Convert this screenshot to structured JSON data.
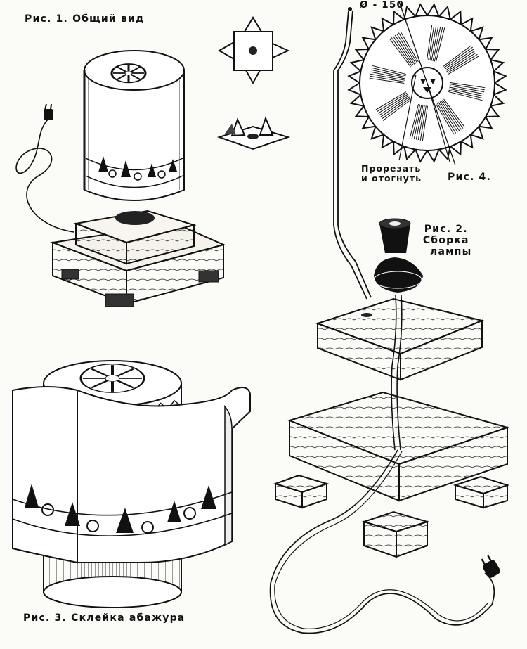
{
  "labels": {
    "fig1": "Рис. 1. Общий вид",
    "fig2_line1": "Рис. 2.",
    "fig2_line2": "Сборка",
    "fig2_line3": "лампы",
    "fig3": "Рис. 3. Склейка абажура",
    "fig4": "Рис. 4.",
    "diameter": "Ø - 150",
    "cut_line1": "Прорезать",
    "cut_line2": "и отогнуть"
  },
  "icons": [
    "plug-icon",
    "lamp-socket-icon",
    "wood-block-icon",
    "gear-disc-icon",
    "tree-icon",
    "rabbit-icon"
  ]
}
